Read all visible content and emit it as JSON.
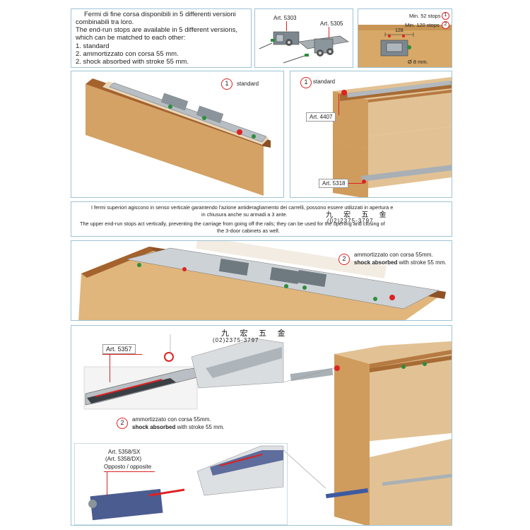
{
  "intro": {
    "lines": [
      "Fermi di  fine corsa disponibili in 5 differenti versioni",
      "combinabili tra loro.",
      "The end-run stops are available in 5 different versions,",
      "which can be matched to each other:",
      "1. standard",
      "2. ammortizzato con corsa 55 mm.",
      "2. shock absorbed with stroke 55 mm."
    ]
  },
  "articles_top": {
    "art1": "Art. 5303",
    "art2": "Art. 5305"
  },
  "dimensions": {
    "min52": "Min. 52 stops",
    "min120": "Min. 120 stops",
    "w128": "128",
    "diam": "Ø 8 mm.",
    "n1": "1",
    "n2": "2"
  },
  "panel_standard_left": {
    "num": "1",
    "label": "standard"
  },
  "panel_standard_right": {
    "num": "1",
    "label": "standard",
    "art4407": "Art. 4407",
    "art5318": "Art. 5318"
  },
  "middle_text": {
    "it_line1": "I  fermi superiori  agiscono in senso verticale garantendo  l'azione antideragliamento dei carrelli, possono essere utilizzati in apertura e",
    "it_line2": "in chiusura anche su armadi a 3 ante.",
    "en_line1": "The upper end-run stops act vertically, preventing the carriage from going off the rails; they can be used for the opening and closing of",
    "en_line2": "the 3-door cabinets as well."
  },
  "watermark": {
    "chars": "九 宏 五 金",
    "phone": "(02)2375-3797"
  },
  "panel_shock": {
    "num": "2",
    "it": "ammortizzato con corsa 55mm.",
    "en_bold": "shock absorbed",
    "en_rest": " with stroke 55 mm."
  },
  "bottom": {
    "art5357": "Art. 5357",
    "num": "2",
    "it": "ammortizzato con corsa 55mm.",
    "en_bold": "shock absorbed",
    "en_rest": " with stroke 55 mm.",
    "art5358sx": "Art. 5358/SX",
    "art5358dx": "(Art. 5358/DX)",
    "opposite": "Opposto / opposite"
  }
}
